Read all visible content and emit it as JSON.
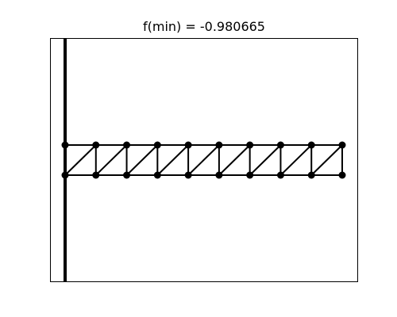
{
  "title": "f(min) = -0.980665",
  "truss": {
    "bays": 9,
    "support": "fixed-wall-left",
    "member_color": "#000000",
    "node_color": "#000000",
    "wall_color": "#000000",
    "frame_color": "#000000"
  }
}
